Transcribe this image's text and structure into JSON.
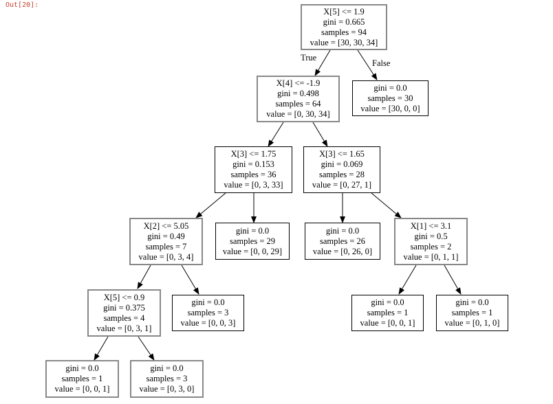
{
  "cell": {
    "output_prompt": "Out[20]:"
  },
  "tree": {
    "edge_labels": {
      "true": "True",
      "false": "False"
    },
    "nodes": {
      "n0": {
        "lines": [
          "X[5] <= 1.9",
          "gini = 0.665",
          "samples = 94",
          "value = [30, 30, 34]"
        ]
      },
      "n1": {
        "lines": [
          "X[4] <= -1.9",
          "gini = 0.498",
          "samples = 64",
          "value = [0, 30, 34]"
        ]
      },
      "n2": {
        "lines": [
          "gini = 0.0",
          "samples = 30",
          "value = [30, 0, 0]"
        ]
      },
      "n3": {
        "lines": [
          "X[3] <= 1.75",
          "gini = 0.153",
          "samples = 36",
          "value = [0, 3, 33]"
        ]
      },
      "n4": {
        "lines": [
          "X[3] <= 1.65",
          "gini = 0.069",
          "samples = 28",
          "value = [0, 27, 1]"
        ]
      },
      "n5": {
        "lines": [
          "X[2] <= 5.05",
          "gini = 0.49",
          "samples = 7",
          "value = [0, 3, 4]"
        ]
      },
      "n6": {
        "lines": [
          "gini = 0.0",
          "samples = 29",
          "value = [0, 0, 29]"
        ]
      },
      "n7": {
        "lines": [
          "gini = 0.0",
          "samples = 26",
          "value = [0, 26, 0]"
        ]
      },
      "n8": {
        "lines": [
          "X[1] <= 3.1",
          "gini = 0.5",
          "samples = 2",
          "value = [0, 1, 1]"
        ]
      },
      "n9": {
        "lines": [
          "X[5] <= 0.9",
          "gini = 0.375",
          "samples = 4",
          "value = [0, 3, 1]"
        ]
      },
      "n10": {
        "lines": [
          "gini = 0.0",
          "samples = 3",
          "value = [0, 0, 3]"
        ]
      },
      "n11": {
        "lines": [
          "gini = 0.0",
          "samples = 1",
          "value = [0, 0, 1]"
        ]
      },
      "n12": {
        "lines": [
          "gini = 0.0",
          "samples = 1",
          "value = [0, 1, 0]"
        ]
      },
      "n13": {
        "lines": [
          "gini = 0.0",
          "samples = 1",
          "value = [0, 0, 1]"
        ]
      },
      "n14": {
        "lines": [
          "gini = 0.0",
          "samples = 3",
          "value = [0, 3, 0]"
        ]
      }
    }
  }
}
